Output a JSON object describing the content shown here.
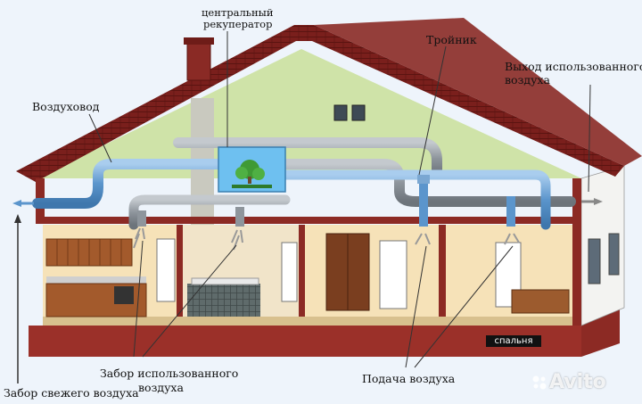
{
  "labels": {
    "central_recuperator": [
      "центральный",
      "рекуператор"
    ],
    "tee": "Тройник",
    "exhaust_out": [
      "Выход использованного",
      "воздуха"
    ],
    "air_duct": "Воздуховод",
    "intake_used": [
      "Забор  использованного",
      "воздуха"
    ],
    "fresh_air_intake": "Забор свежего воздуха",
    "air_supply": "Подача воздуха",
    "bedroom": "спальня"
  },
  "watermark": "Avito",
  "colors": {
    "sky": "#e9f1fb",
    "roof": "#7a1f1c",
    "gable": "#cfe3a8",
    "room_wall": "#f6e2b8",
    "floor_base": "#8c2a24",
    "duct_gray": "#9aa0a6",
    "duct_blue": "#6fa6d8",
    "unit": "#6ec0f0"
  }
}
